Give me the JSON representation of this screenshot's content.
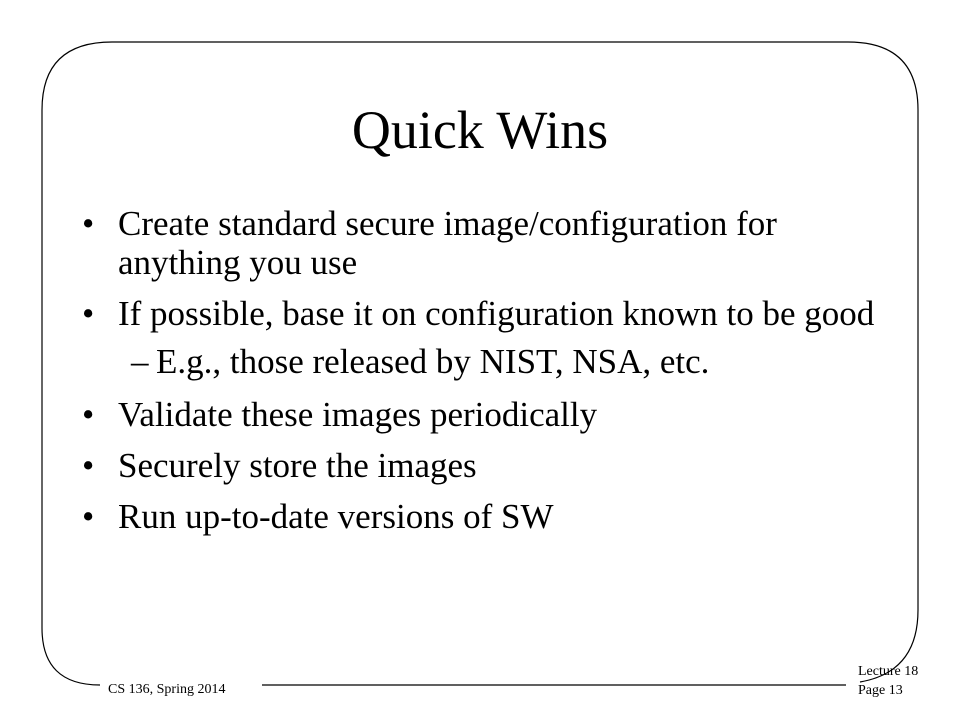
{
  "slide": {
    "title": "Quick Wins",
    "bullets": [
      {
        "level": 1,
        "marker": "•",
        "text": "Create standard secure image/configuration for anything you use"
      },
      {
        "level": 1,
        "marker": "•",
        "text": "If possible, base it on configuration known to be good"
      },
      {
        "level": 2,
        "marker": "–",
        "text": "E.g., those released by NIST, NSA, etc."
      },
      {
        "level": 1,
        "marker": "•",
        "text": "Validate these images periodically"
      },
      {
        "level": 1,
        "marker": "•",
        "text": "Securely store the images"
      },
      {
        "level": 1,
        "marker": "•",
        "text": "Run up-to-date versions of SW"
      }
    ]
  },
  "footer": {
    "course": "CS 136, Spring 2014",
    "lecture": "Lecture 18",
    "page": "Page 13"
  }
}
